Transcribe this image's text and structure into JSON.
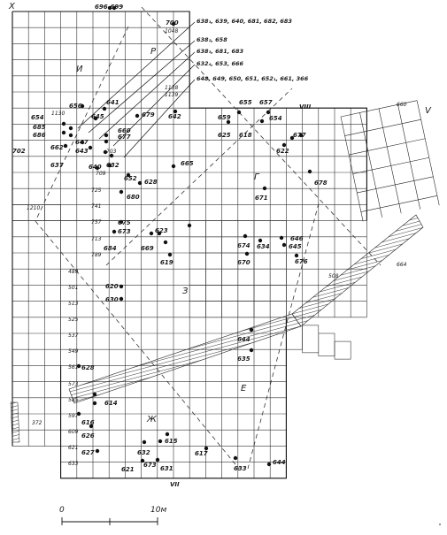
{
  "corners": {
    "x": "X",
    "v": "V",
    "viii_top": "VIII",
    "vii_bottom": "VII"
  },
  "zones": {
    "i": "И",
    "r": "Р",
    "g": "Г",
    "z": "З",
    "e": "Е",
    "zh": "Ж"
  },
  "callouts": [
    "638₁, 639, 640, 681, 682, 683",
    "638₂, 658",
    "638₃, 681, 683",
    "632₄, 653, 666",
    "648, 649, 650, 651, 652₁, 661, 366"
  ],
  "scale": {
    "zero": "0",
    "ten": "10м"
  },
  "finds": [
    "696-699",
    "700",
    "1048",
    "656",
    "641",
    "645",
    "679",
    "642",
    "654",
    "685",
    "686",
    "662",
    "660",
    "677",
    "647",
    "643",
    "637",
    "640",
    "632",
    "652",
    "628",
    "665",
    "702",
    "655",
    "657",
    "659",
    "654",
    "625",
    "618",
    "622",
    "677",
    "671",
    "678",
    "680",
    "675",
    "674",
    "623",
    "673",
    "669",
    "619",
    "670",
    "684",
    "634",
    "646",
    "645",
    "676",
    "620",
    "630",
    "644",
    "635",
    "628",
    "614",
    "616",
    "626",
    "615",
    "627",
    "632",
    "617",
    "621",
    "673",
    "631",
    "633",
    "644"
  ],
  "grid_numbers": [
    "1139",
    "1130",
    "1210",
    "725",
    "741",
    "757",
    "713",
    "789",
    "489",
    "501",
    "513",
    "525",
    "537",
    "549",
    "561",
    "573",
    "585",
    "597",
    "609",
    "621",
    "633",
    "660",
    "664",
    "508",
    "372",
    "709",
    "703",
    "1138"
  ]
}
